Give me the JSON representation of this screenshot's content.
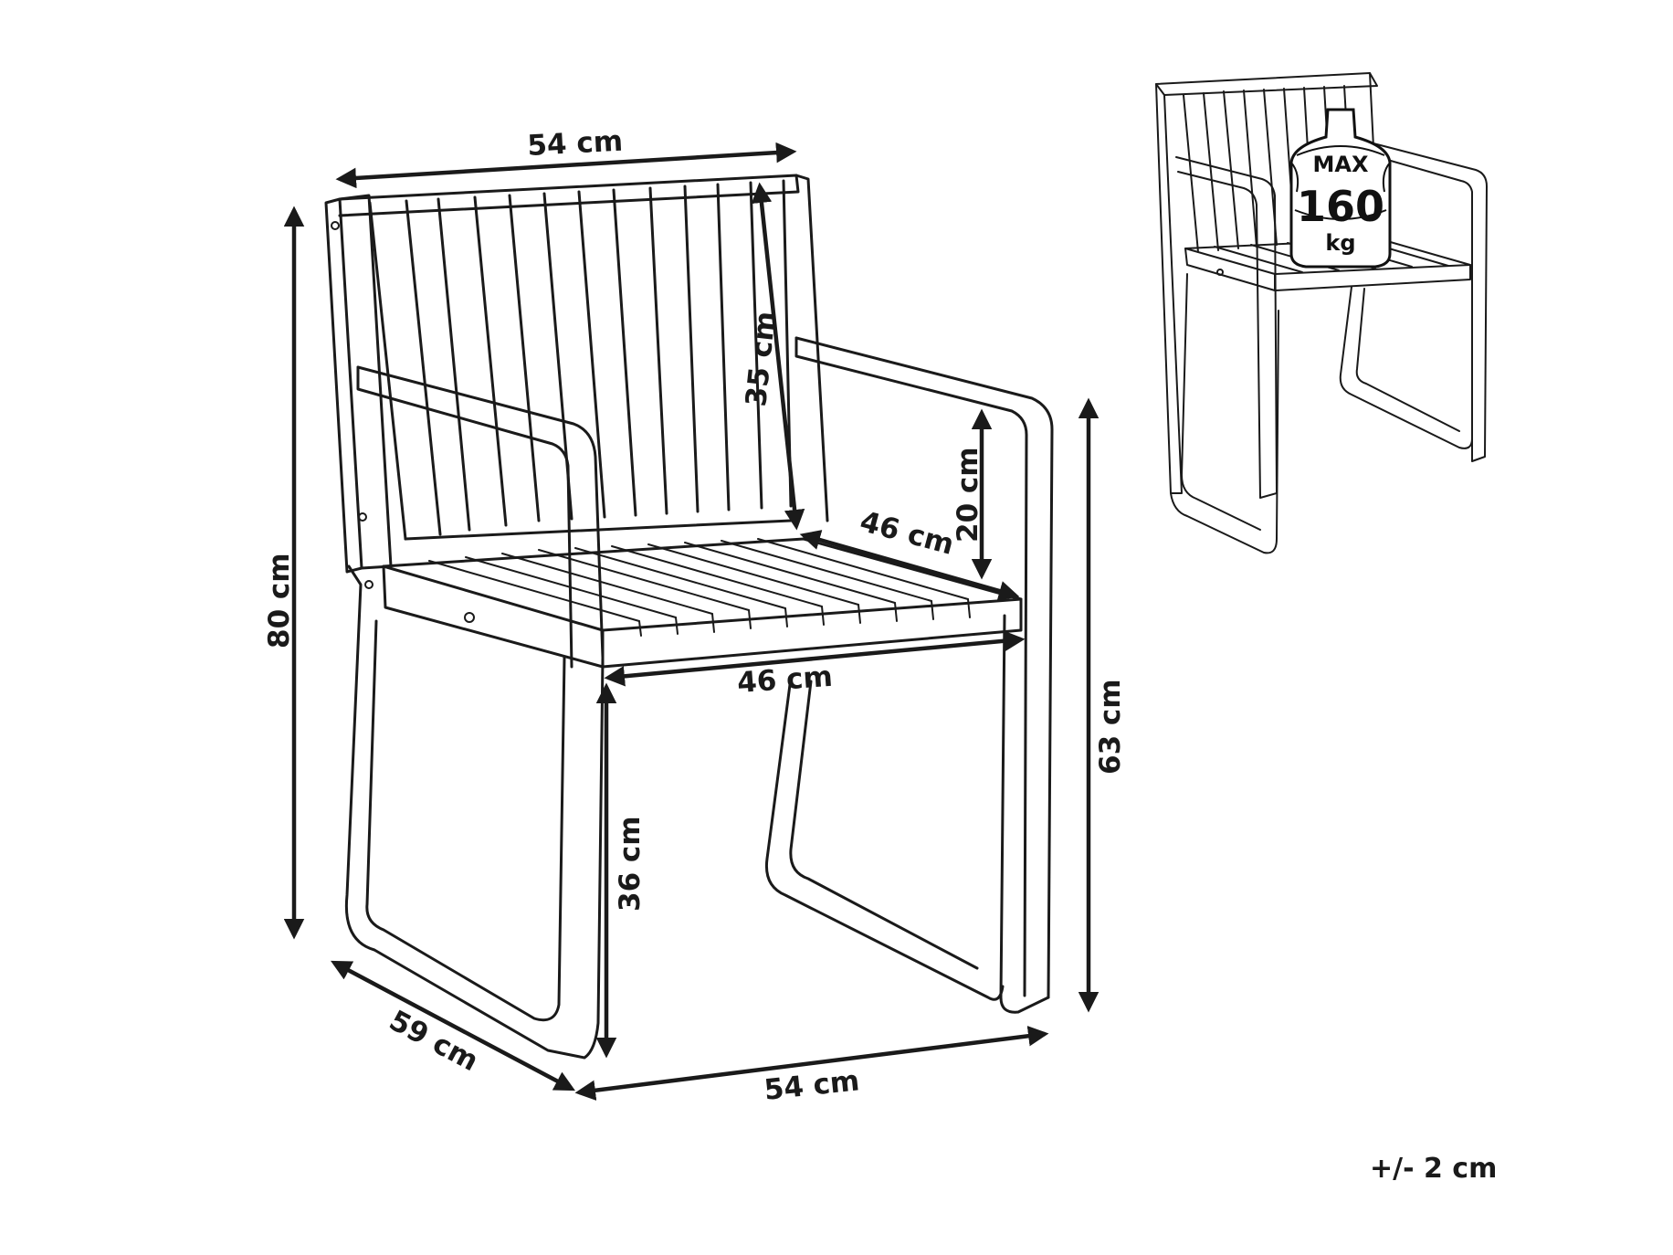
{
  "dimensions": {
    "back_width": "54 cm",
    "backrest_height": "35 cm",
    "total_height": "80 cm",
    "armrest_height_above_seat": "20 cm",
    "seat_depth": "46 cm",
    "seat_width": "46 cm",
    "armrest_height": "63 cm",
    "seat_height": "36 cm",
    "depth": "59 cm",
    "width": "54 cm"
  },
  "load_badge": {
    "max_label": "MAX",
    "value": "160",
    "unit": "kg"
  },
  "tolerance": "+/- 2 cm"
}
